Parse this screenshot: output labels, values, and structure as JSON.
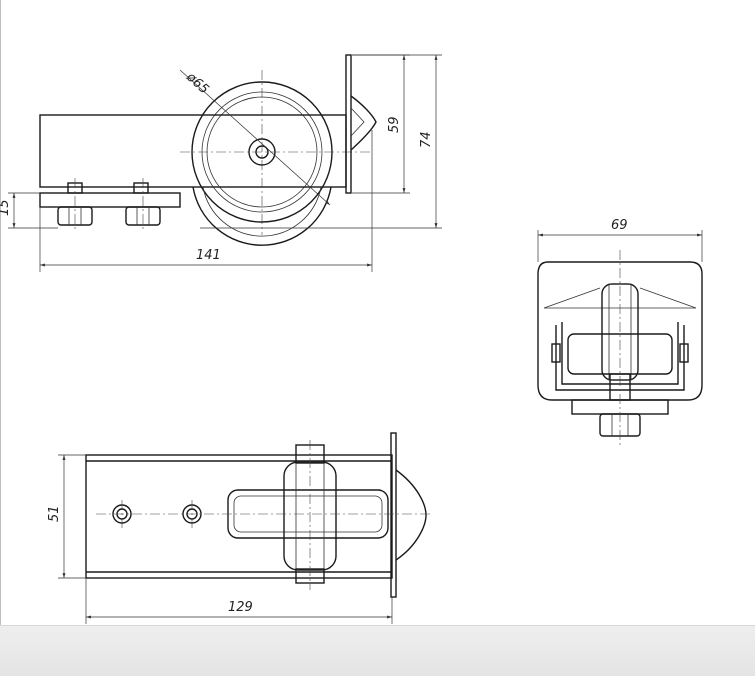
{
  "dimensions": {
    "side_diameter": "ø65",
    "side_height_inner": "59",
    "side_height_outer": "74",
    "side_offset": "15",
    "side_length": "141",
    "front_width": "69",
    "plan_width": "51",
    "plan_length": "129"
  },
  "colors": {
    "line": "#1a1a1a",
    "dimension": "#333333",
    "background": "#ffffff",
    "bottom_bar": "#e6e6e6"
  }
}
